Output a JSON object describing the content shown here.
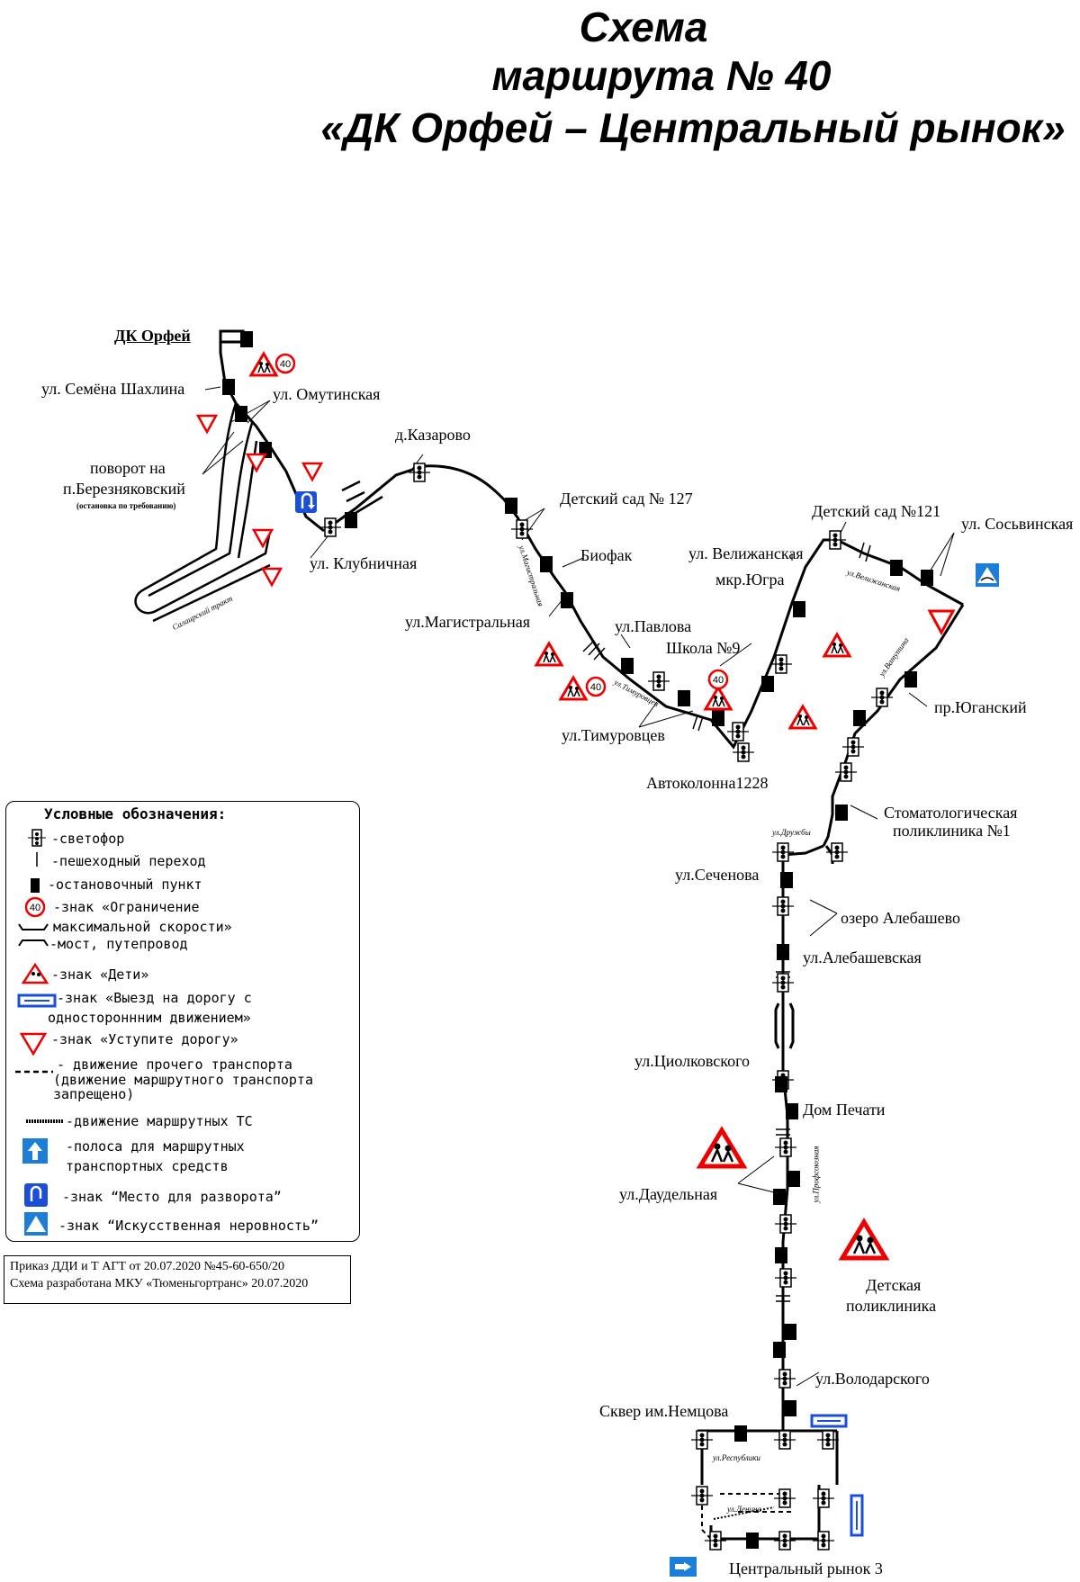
{
  "title": {
    "line1": "Схема",
    "line2": "маршрута № 40",
    "line3": "«ДК Орфей – Центральный рынок»"
  },
  "stops": {
    "dk_orfey": "ДК Орфей",
    "shahlina": "ул. Семёна Шахлина",
    "omutinskaya": "ул. Омутинская",
    "povorot1": "поворот на",
    "povorot2": "п.Березняковский",
    "povorot_note": "(остановка по требованию)",
    "kazarovo": "д.Казарово",
    "klubnichnaya": "ул. Клубничная",
    "detsad127": "Детский сад № 127",
    "biofak": "Биофак",
    "magistralnaya": "ул.Магистральная",
    "pavlova": "ул.Павлова",
    "shkola9": "Школа №9",
    "timurovtsev": "ул.Тимуровцев",
    "avtokolonna": "Автоколонна1228",
    "velizhanskaya": "ул. Велижанская",
    "yugra": "мкр.Югра",
    "detsad121": "Детский сад №121",
    "sosvinskaya": "ул. Сосьвинская",
    "yuganskiy": "пр.Юганский",
    "stomat1": "Стоматологическая",
    "stomat2": "поликлиника №1",
    "sechenova": "ул.Сеченова",
    "alebashevo": "озеро Алебашево",
    "alebashevskaya": "ул.Алебашевская",
    "tsiolkovskogo": "ул.Циолковского",
    "dom_pechati": "Дом Печати",
    "daudelnaya": "ул.Даудельная",
    "detpolik1": "Детская",
    "detpolik2": "поликлиника",
    "volodarskogo": "ул.Володарского",
    "skver": "Сквер им.Немцова",
    "tsentr_rynok": "Центральный рынок 3"
  },
  "streets": {
    "salairsky": "Салаирский тракт",
    "magistralnaya": "ул.Магистральная",
    "timurovtsev": "ул.Тимуровцев",
    "velizhanskaya": "ул.Велижанская",
    "vatutina": "ул.Ватутина",
    "druzhby": "ул.Дружбы",
    "profsoyuznaya": "ул.Профсоюзная",
    "respubliki": "ул.Республики",
    "lenina": "ул.Ленина"
  },
  "speed_limit": "40",
  "legend": {
    "title": "Условные обозначения:",
    "traffic_light": "-светофор",
    "crossing": "-пешеходный переход",
    "stop": "-остановочный пункт",
    "speed1": "-знак «Ограничение",
    "speed2": "максимальной скорости»",
    "bridge": "-мост, путепровод",
    "children": "-знак «Дети»",
    "oneway1": "-знак «Выезд на дорогу с",
    "oneway2": "одностороннним движением»",
    "giveway": "-знак «Уступите дорогу»",
    "other1": "- движение прочего транспорта",
    "other2": "(движение маршрутного транспорта",
    "other3": "запрещено)",
    "route": "-движение маршрутных ТС",
    "lane1": "-полоса для маршрутных",
    "lane2": "транспортных средств",
    "uturn": "-знак “Место для разворота”",
    "bump": "-знак “Искусственная неровность”"
  },
  "order": {
    "line1": "Приказ ДДИ и Т АГТ от 20.07.2020 №45-60-650/20",
    "line2": "Схема разработана МКУ «Тюменьгортранс» 20.07.2020"
  }
}
